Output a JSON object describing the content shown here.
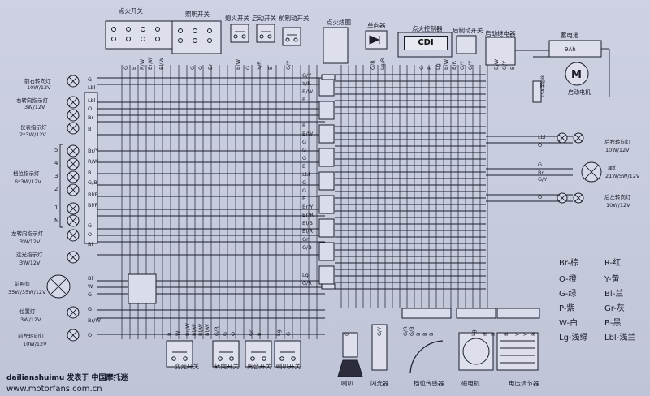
{
  "top_components": [
    {
      "id": "ignition-switch",
      "label": "点火开关"
    },
    {
      "id": "light-switch",
      "label": "照明开关"
    },
    {
      "id": "kill-switch",
      "label": "熄火开关"
    },
    {
      "id": "start-switch",
      "label": "启动开关"
    },
    {
      "id": "front-brake-switch",
      "label": "前制动开关"
    },
    {
      "id": "ignition-coil",
      "label": "点火线圈"
    },
    {
      "id": "diode",
      "label": "单向器"
    },
    {
      "id": "cdi-controller",
      "label": "点火控制器"
    },
    {
      "id": "rear-brake-switch",
      "label": "后制动开关"
    },
    {
      "id": "start-relay",
      "label": "启动继电器"
    },
    {
      "id": "battery",
      "label": "蓄电池"
    }
  ],
  "cdi_label": "CDI",
  "battery_capacity": "9Ah",
  "motor_symbol": "M",
  "fuse_label": "15A保险丝",
  "start_motor_label": "启动电机",
  "left_lamps": [
    {
      "id": "front-right-turn",
      "name": "前右转向灯",
      "spec": "10W/12V"
    },
    {
      "id": "right-turn-indicator",
      "name": "右转向指示灯",
      "spec": "3W/12V"
    },
    {
      "id": "meter-lamp",
      "name": "仪表指示灯",
      "spec": "2*3W/12V"
    },
    {
      "id": "gear-indicator",
      "name": "档位指示灯",
      "spec": "6*3W/12V"
    },
    {
      "id": "left-turn-indicator",
      "name": "左转向指示灯",
      "spec": "3W/12V"
    },
    {
      "id": "high-beam-indicator",
      "name": "远光指示灯",
      "spec": "3W/12V"
    },
    {
      "id": "headlamp",
      "name": "前照灯",
      "spec": "35W/35W/12V"
    },
    {
      "id": "position-lamp",
      "name": "位置灯",
      "spec": "3W/12V"
    },
    {
      "id": "front-left-turn",
      "name": "前左转向灯",
      "spec": "10W/12V"
    }
  ],
  "gear_numbers": [
    "5",
    "4",
    "3",
    "2",
    "1",
    "N"
  ],
  "right_lamps": [
    {
      "id": "rear-right-turn",
      "name": "后右转向灯",
      "spec": "10W/12V"
    },
    {
      "id": "tail-lamp",
      "name": "尾灯",
      "spec": "21W/5W/12V"
    },
    {
      "id": "rear-left-turn",
      "name": "后左转向灯",
      "spec": "10W/12V"
    }
  ],
  "bottom_components": [
    {
      "id": "dimmer-switch",
      "label": "变光开关"
    },
    {
      "id": "turn-switch",
      "label": "转向开关"
    },
    {
      "id": "clutch-switch",
      "label": "离合开关"
    },
    {
      "id": "horn-switch",
      "label": "喇叭开关"
    },
    {
      "id": "horn",
      "label": "喇叭"
    },
    {
      "id": "flasher",
      "label": "闪光器"
    },
    {
      "id": "gear-sensor",
      "label": "档位传感器"
    },
    {
      "id": "magneto",
      "label": "磁电机"
    },
    {
      "id": "voltage-regulator",
      "label": "电压调节器"
    }
  ],
  "color_legend": [
    {
      "code": "Br-",
      "name": "棕"
    },
    {
      "code": "R-",
      "name": "红"
    },
    {
      "code": "O-",
      "name": "橙"
    },
    {
      "code": "Y-",
      "name": "黄"
    },
    {
      "code": "G-",
      "name": "绿"
    },
    {
      "code": "Bl-",
      "name": "兰"
    },
    {
      "code": "P-",
      "name": "紫"
    },
    {
      "code": "Gr-",
      "name": "灰"
    },
    {
      "code": "W-",
      "name": "白"
    },
    {
      "code": "B-",
      "name": "黑"
    },
    {
      "code": "Lg-",
      "name": "浅绿"
    },
    {
      "code": "Lbl-",
      "name": "浅兰"
    }
  ],
  "left_wire_labels": [
    "G",
    "Lbl",
    "Lbl",
    "O",
    "Br",
    "B",
    "Br/Y",
    "R/W",
    "B",
    "G/B",
    "Bl/B",
    "Bl/R",
    "G",
    "O",
    "Bl",
    "Bl",
    "W",
    "G",
    "G",
    "Br/W",
    "O"
  ],
  "center_wire_labels": [
    "G/Y",
    "Y/R",
    "B/W",
    "B",
    "R",
    "B/W",
    "G",
    "G",
    "G",
    "B",
    "Lbl",
    "G",
    "G",
    "B",
    "Br/Y",
    "Br/R",
    "Bl/B",
    "Bl/R",
    "Gr",
    "G/B",
    "Lg",
    "G/R"
  ],
  "right_wire_labels": [
    "Lbl",
    "O",
    "G",
    "Br",
    "G/Y",
    "O"
  ],
  "top_wire_labels": [
    "G",
    "B",
    "R/W",
    "Br/W",
    "Bl/W",
    "G",
    "G",
    "Br",
    "B/W",
    "G",
    "Y/R",
    "B",
    "G/Y",
    "G/R",
    "Lg/R",
    "G",
    "B",
    "Lg",
    "B/W",
    "B/R",
    "G/Y",
    "G/Y",
    "B/W",
    "G/Y",
    "B"
  ],
  "bottom_wire_labels": [
    "Br/W",
    "Bl/W",
    "Bl/W",
    "Bl/W",
    "B",
    "W",
    "G/R",
    "G",
    "O",
    "Gr",
    "B",
    "Lg",
    "G",
    "G",
    "G/Y",
    "G/R",
    "G/B",
    "B",
    "B",
    "B",
    "Lg",
    "R",
    "R",
    "B",
    "Y",
    "Y",
    "B"
  ],
  "footer_user": "dailianshuimu 发表于 中国摩托迷",
  "footer_url": "www.motorfans.com.cn"
}
